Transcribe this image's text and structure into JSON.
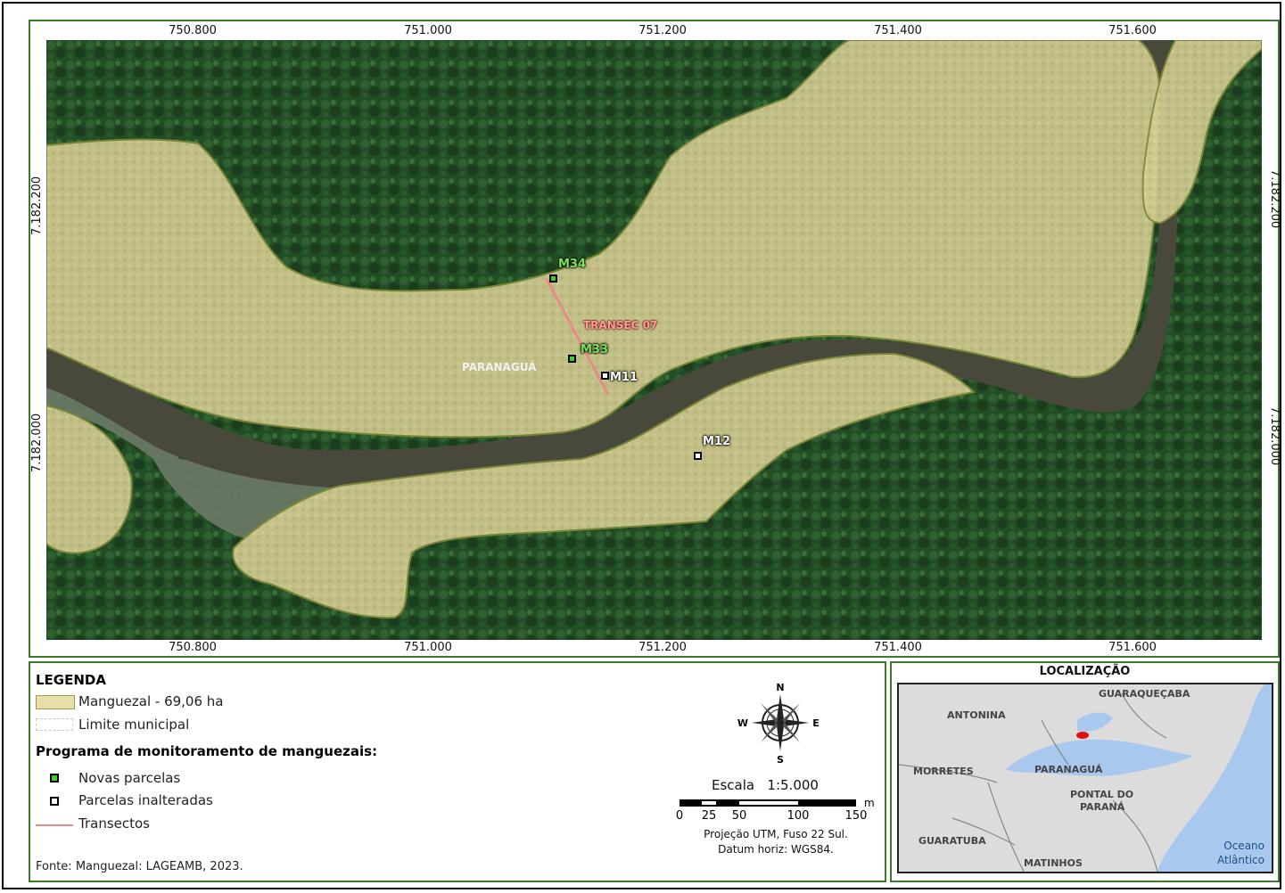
{
  "axes": {
    "x_ticks": [
      "750.800",
      "751.000",
      "751.200",
      "751.400",
      "751.600"
    ],
    "y_ticks": [
      "7.182.200",
      "7.182.000"
    ]
  },
  "map": {
    "points": {
      "m34": "M34",
      "m33": "M33",
      "m11": "M11",
      "m12": "M12"
    },
    "transect_label": "TRANSEC 07",
    "municipality_label": "PARANAGUÁ"
  },
  "legend": {
    "title": "LEGENDA",
    "manguezal": "Manguezal - 69,06 ha",
    "limite": "Limite municipal",
    "program_title": "Programa de monitoramento de manguezais:",
    "novas": "Novas parcelas",
    "inalteradas": "Parcelas inalteradas",
    "transectos": "Transectos",
    "fonte": "Fonte: Manguezal: LAGEAMB, 2023."
  },
  "compass": {
    "n": "N",
    "s": "S",
    "e": "E",
    "w": "W"
  },
  "scale": {
    "label": "Escala",
    "ratio": "1:5.000",
    "ticks": [
      "0",
      "25",
      "50",
      "100",
      "150"
    ],
    "unit": "m",
    "projection": "Projeção UTM, Fuso 22 Sul.",
    "datum": "Datum horiz: WGS84."
  },
  "inset": {
    "title": "LOCALIZAÇÃO",
    "labels": {
      "guaraquecaba": "GUARAQUEÇABA",
      "antonina": "ANTONINA",
      "morretes": "MORRETES",
      "paranagua": "PARANAGUÁ",
      "pontal1": "PONTAL DO",
      "pontal2": "PARANÁ",
      "guaratuba": "GUARATUBA",
      "matinhos": "MATINHOS",
      "oceano1": "Oceano",
      "oceano2": "Atlântico"
    }
  },
  "colors": {
    "mangrove_fill": "#e6dc8c",
    "forest": "#234d25",
    "river": "#4a4a3a",
    "panel_border": "#3c7a2a",
    "transect": "#e98a8a",
    "new_plot": "#3fcf2a",
    "ocean": "#a9c8ee",
    "study_area": "#e01010"
  }
}
